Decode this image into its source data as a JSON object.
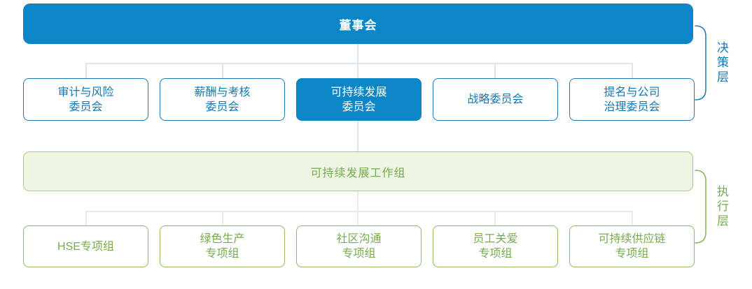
{
  "palette": {
    "blue": "#0c86c7",
    "blue_border": "#2179b5",
    "blue_text": "#1578b2",
    "line_blue": "#d9e6f1",
    "green_border": "#8fbc65",
    "green_border_light": "#a9cd86",
    "green_fill": "#eef5e3",
    "green_text": "#76ab4e",
    "line_green": "#e9ece3",
    "bracket_blue": "#2b7db8",
    "bracket_green": "#8ab85e"
  },
  "org_chart": {
    "board": {
      "label": "董事会"
    },
    "committees": [
      {
        "label": "审计与风险\n委员会",
        "highlighted": false
      },
      {
        "label": "薪酬与考核\n委员会",
        "highlighted": false
      },
      {
        "label": "可持续发展\n委员会",
        "highlighted": true
      },
      {
        "label": "战略委员会",
        "highlighted": false
      },
      {
        "label": "提名与公司\n治理委员会",
        "highlighted": false
      }
    ],
    "working_group": {
      "label": "可持续发展工作组"
    },
    "task_groups": [
      {
        "label": "HSE专项组"
      },
      {
        "label": "绿色生产\n专项组"
      },
      {
        "label": "社区沟通\n专项组"
      },
      {
        "label": "员工关爱\n专项组"
      },
      {
        "label": "可持续供应链\n专项组"
      }
    ],
    "layer_labels": {
      "decision": "决策层",
      "execution": "执行层"
    }
  }
}
